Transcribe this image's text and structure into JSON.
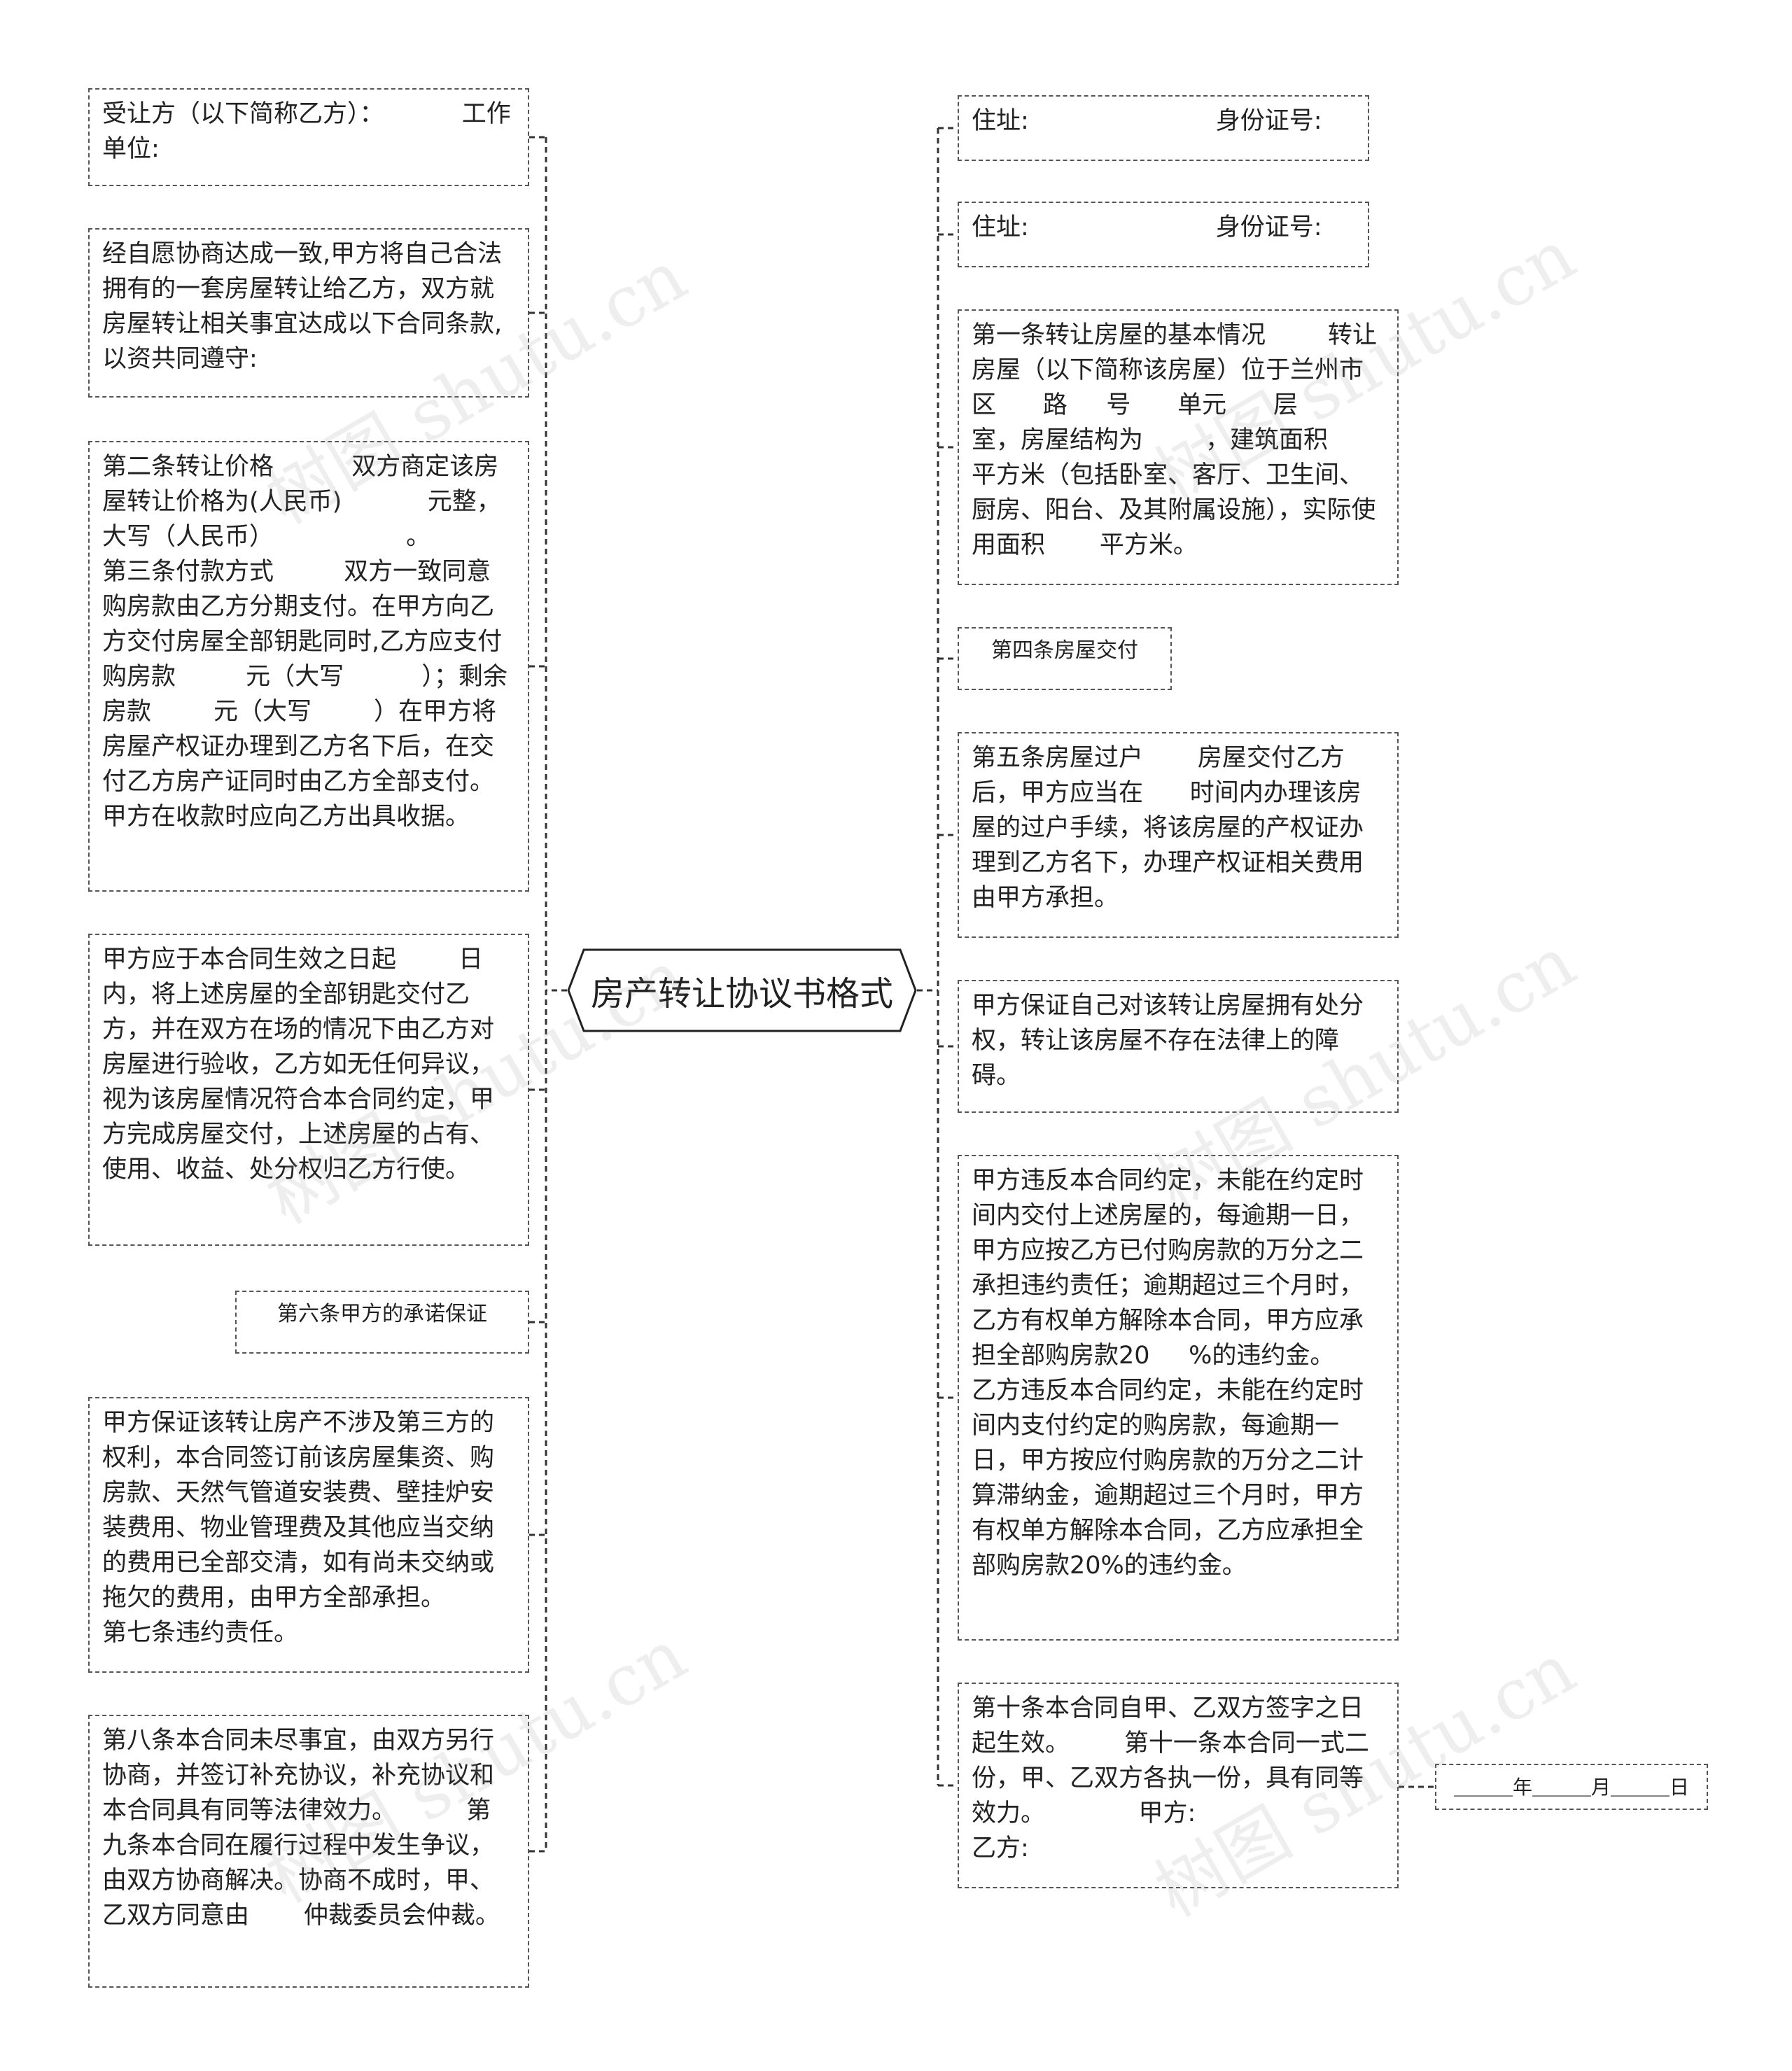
{
  "central_topic": "房产转让协议书格式",
  "left_nodes": [
    {
      "text": "受让方（以下简称乙方）：          工作单位:"
    },
    {
      "text": "经自愿协商达成一致,甲方将自己合法拥有的一套房屋转让给乙方，双方就房屋转让相关事宜达成以下合同条款,以资共同遵守:"
    },
    {
      "text": "第二条转让价格          双方商定该房屋转让价格为(人民币)           元整，大写（人民币）                 。          第三条付款方式         双方一致同意购房款由乙方分期支付。在甲方向乙方交付房屋全部钥匙同时,乙方应支付购房款         元（大写          ）；剩余房款        元（大写        ）在甲方将房屋产权证办理到乙方名下后，在交付乙方房产证同时由乙方全部支付。甲方在收款时应向乙方出具收据。"
    },
    {
      "text": "甲方应于本合同生效之日起        日内，将上述房屋的全部钥匙交付乙方，并在双方在场的情况下由乙方对房屋进行验收，乙方如无任何异议，视为该房屋情况符合本合同约定，甲方完成房屋交付，上述房屋的占有、使用、收益、处分权归乙方行使。"
    },
    {
      "text": "第六条甲方的承诺保证"
    },
    {
      "text": "甲方保证该转让房产不涉及第三方的权利，本合同签订前该房屋集资、购房款、天然气管道安装费、壁挂炉安装费用、物业管理费及其他应当交纳的费用已全部交清，如有尚未交纳或拖欠的费用，由甲方全部承担。       第七条违约责任。"
    },
    {
      "text": "第八条本合同未尽事宜，由双方另行协商，并签订补充协议，补充协议和本合同具有同等法律效力。         第九条本合同在履行过程中发生争议，由双方协商解决。协商不成时，甲、乙双方同意由       仲裁委员会仲裁。"
    }
  ],
  "right_nodes": [
    {
      "text": "住址:                        身份证号:"
    },
    {
      "text": "住址:                        身份证号:"
    },
    {
      "text": "第一条转让房屋的基本情况        转让房屋（以下简称该房屋）位于兰州市    区      路     号      单元      层     室，房屋结构为        ，建筑面积      平方米（包括卧室、客厅、卫生间、厨房、阳台、及其附属设施），实际使用面积       平方米。"
    },
    {
      "text": "第四条房屋交付"
    },
    {
      "text": "第五条房屋过户       房屋交付乙方后，甲方应当在      时间内办理该房屋的过户手续，将该房屋的产权证办理到乙方名下，办理产权证相关费用由甲方承担。"
    },
    {
      "text": "甲方保证自己对该转让房屋拥有处分权，转让该房屋不存在法律上的障碍。"
    },
    {
      "text": "甲方违反本合同约定，未能在约定时间内交付上述房屋的，每逾期一日，甲方应按乙方已付购房款的万分之二承担违约责任；逾期超过三个月时，乙方有权单方解除本合同，甲方应承担全部购房款20     %的违约金。      乙方违反本合同约定，未能在约定时间内支付约定的购房款，每逾期一日，甲方按应付购房款的万分之二计算滞纳金，逾期超过三个月时，甲方有权单方解除本合同，乙方应承担全部购房款20%的违约金。"
    },
    {
      "text": "第十条本合同自甲、乙双方签字之日起生效。       第十一条本合同一式二份，甲、乙双方各执一份，具有同等效力。            甲方:                            乙方:"
    }
  ],
  "sub_node": {
    "text": "＿＿＿年＿＿＿月＿＿＿日"
  },
  "watermark": "树图 shutu.cn"
}
